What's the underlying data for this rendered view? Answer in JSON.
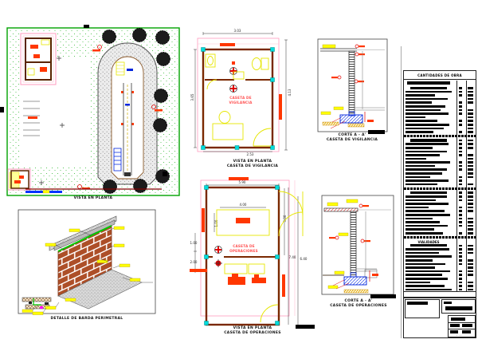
{
  "colors": {
    "green_border": "#00a300",
    "speckle_green": "#2eb82e",
    "tree": "#1c1c1c",
    "road_dot": "#9a9a9a",
    "dim_pink": "#ff9bbf",
    "wall_brown": "#7a2800",
    "column_cyan": "#00dcdc",
    "furniture_yellow": "#e6e600",
    "equip_red": "#ff3700",
    "room_text_red": "#ff5050",
    "footing_blue": "#0024dd",
    "brick": "#ad4f28",
    "callout_yellow": "#ffff00"
  },
  "drawings": {
    "site_plan": {
      "title": "VISTA EN PLANTA"
    },
    "barda": {
      "title": "DETALLE DE BARDA PERIMETRAL"
    },
    "vigilancia_plan": {
      "title1": "VISTA EN PLANTA",
      "title2": "CASETA DE VIGILANCIA",
      "room_line1": "CASETA DE",
      "room_line2": "VIGILANCIA",
      "dim_top": "3.03",
      "dim_right": "4.13",
      "dim_left": "3.65",
      "dim_bottom": "2.53"
    },
    "vigilancia_corte": {
      "title1": "CORTE A - A'",
      "title2": "CASETA DE VIGILANCIA"
    },
    "operaciones_plan": {
      "title1": "VISTA EN PLANTA",
      "title2": "CASETA DE OPERACIONES",
      "room_line1": "CASETA DE",
      "room_line2": "OPERACIONES",
      "dim_top": "5.90",
      "dim_inner_top": "4.00",
      "dim_inner_left": "1.00",
      "dim_right": "3.00",
      "dim_far_right_a": "7.40",
      "dim_far_right_b": "6.40",
      "dim_left_a": "1.00",
      "dim_left_b": "2.00"
    },
    "operaciones_corte": {
      "title1": "CORTE A - A'",
      "title2": "CASETA DE OPERACIONES"
    }
  },
  "quantities_panel": {
    "title": "CANTIDADES DE OBRA",
    "sections": [
      {
        "rows": [
          [
            96,
            1,
            1
          ],
          [
            62,
            1,
            1
          ],
          [
            88,
            0,
            1
          ],
          [
            55,
            1,
            1
          ],
          [
            84,
            1,
            0
          ],
          [
            74,
            1,
            1
          ],
          [
            90,
            1,
            1
          ],
          [
            42,
            0,
            1
          ],
          [
            66,
            1,
            1
          ],
          [
            92,
            1,
            1
          ],
          [
            80,
            0,
            1
          ],
          [
            58,
            1,
            1
          ]
        ]
      },
      {
        "rows": [
          [
            90,
            1,
            1
          ],
          [
            56,
            1,
            1
          ],
          [
            86,
            1,
            0
          ],
          [
            72,
            1,
            1
          ],
          [
            44,
            0,
            1
          ],
          [
            94,
            1,
            1
          ],
          [
            62,
            1,
            1
          ],
          [
            86,
            1,
            1
          ],
          [
            76,
            0,
            1
          ],
          [
            52,
            1,
            1
          ],
          [
            90,
            1,
            0
          ],
          [
            66,
            1,
            1
          ]
        ]
      },
      {
        "rows": [
          [
            86,
            1,
            1
          ],
          [
            64,
            1,
            1
          ],
          [
            90,
            0,
            1
          ],
          [
            48,
            1,
            1
          ],
          [
            82,
            1,
            1
          ],
          [
            94,
            1,
            0
          ],
          [
            56,
            1,
            1
          ],
          [
            72,
            1,
            1
          ],
          [
            88,
            1,
            1
          ],
          [
            60,
            0,
            1
          ],
          [
            78,
            1,
            1
          ]
        ]
      },
      {
        "label": "VIALIDADES",
        "rows": [
          [
            92,
            1,
            1
          ],
          [
            70,
            1,
            1
          ],
          [
            96,
            1,
            0
          ],
          [
            56,
            1,
            1
          ],
          [
            84,
            1,
            1
          ],
          [
            62,
            0,
            1
          ],
          [
            93,
            1,
            1
          ],
          [
            76,
            1,
            1
          ],
          [
            88,
            1,
            0
          ],
          [
            52,
            1,
            1
          ],
          [
            81,
            1,
            1
          ],
          [
            97,
            1,
            1
          ]
        ]
      }
    ]
  }
}
